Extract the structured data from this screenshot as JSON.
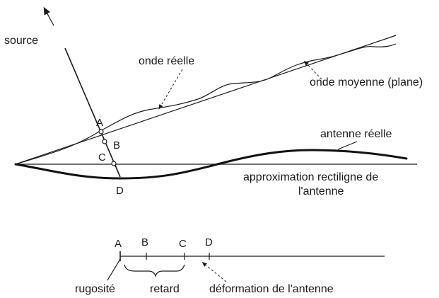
{
  "upper_diagram": {
    "source_label": "source",
    "wave_real_label": "onde réelle",
    "wave_mean_label": "onde moyenne (plane)",
    "antenna_real_label": "antenne réelle",
    "approx_label_line1": "approximation rectiligne de",
    "approx_label_line2": "l'antenne",
    "points": {
      "A": "A",
      "B": "B",
      "C": "C",
      "D": "D"
    }
  },
  "lower_diagram": {
    "points": {
      "A": "A",
      "B": "B",
      "C": "C",
      "D": "D"
    },
    "rugosite_label": "rugosité",
    "retard_label": "retard",
    "deformation_label": "déformation de l'antenne"
  }
}
